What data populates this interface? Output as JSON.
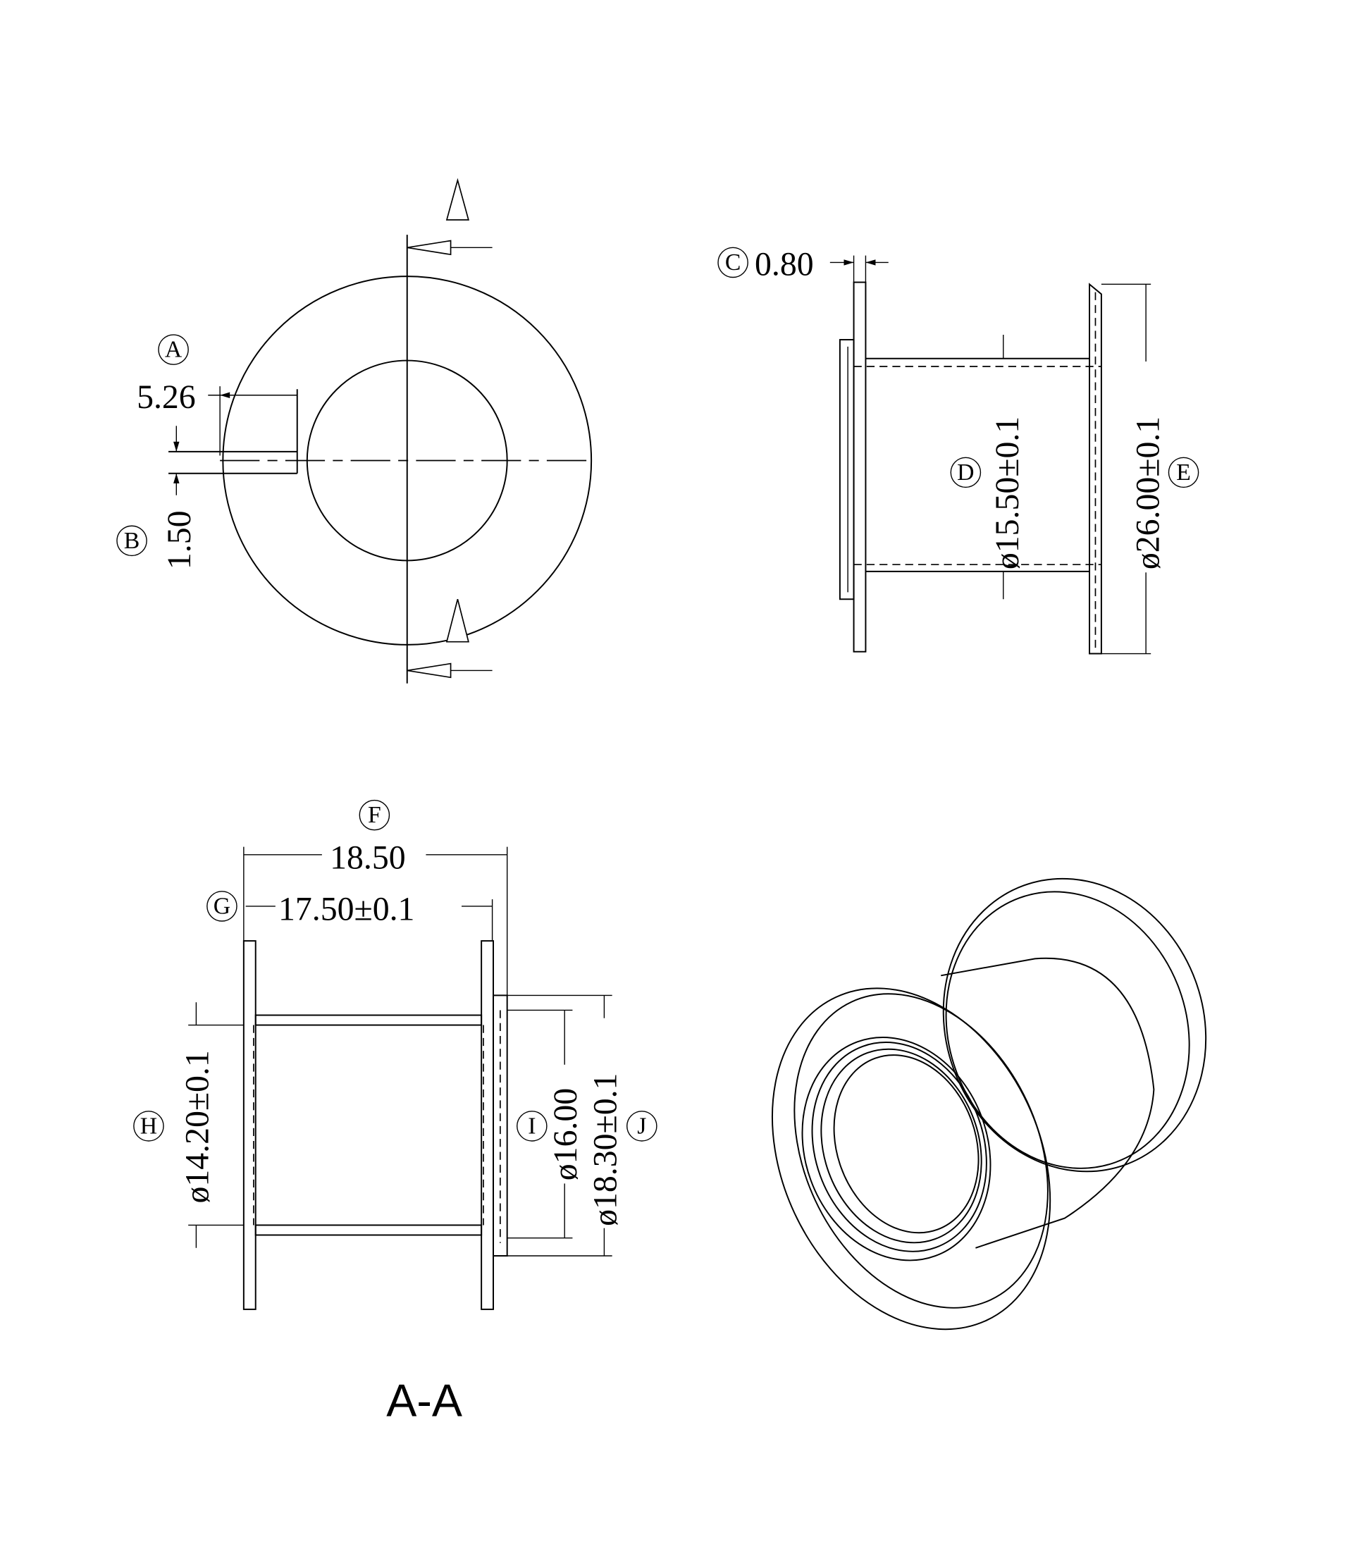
{
  "section_marks": {
    "top": "A",
    "bottom": "A",
    "section_title": "A-A"
  },
  "top_view": {
    "callout_a": "A",
    "dim_a": "5.26",
    "callout_b": "B",
    "dim_b": "1.50"
  },
  "side_view": {
    "callout_c": "C",
    "dim_c": "0.80",
    "callout_d": "D",
    "dim_d": "ø15.50±0.1",
    "callout_e": "E",
    "dim_e": "ø26.00±0.1"
  },
  "section_view": {
    "callout_f": "F",
    "dim_f": "18.50",
    "callout_g": "G",
    "dim_g": "17.50±0.1",
    "callout_h": "H",
    "dim_h": "ø14.20±0.1",
    "callout_i": "I",
    "dim_i": "ø16.00",
    "callout_j": "J",
    "dim_j": "ø18.30±0.1"
  }
}
